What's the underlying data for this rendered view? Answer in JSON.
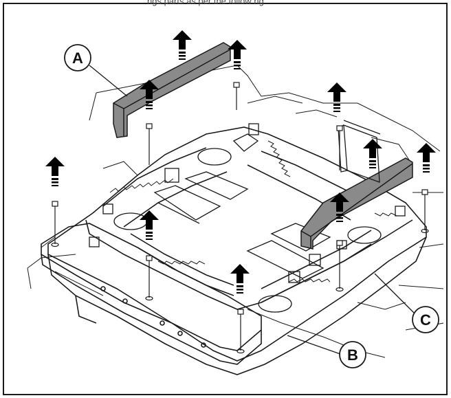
{
  "caption_fragment": "ngs parts as per the follow ng",
  "callouts": {
    "a": "A",
    "b": "B",
    "c": "C"
  },
  "colors": {
    "line": "#1a1a1a",
    "part_fill": "#8a8a8a",
    "arrow_fill": "#000000",
    "frame": "#1a1a1a"
  }
}
